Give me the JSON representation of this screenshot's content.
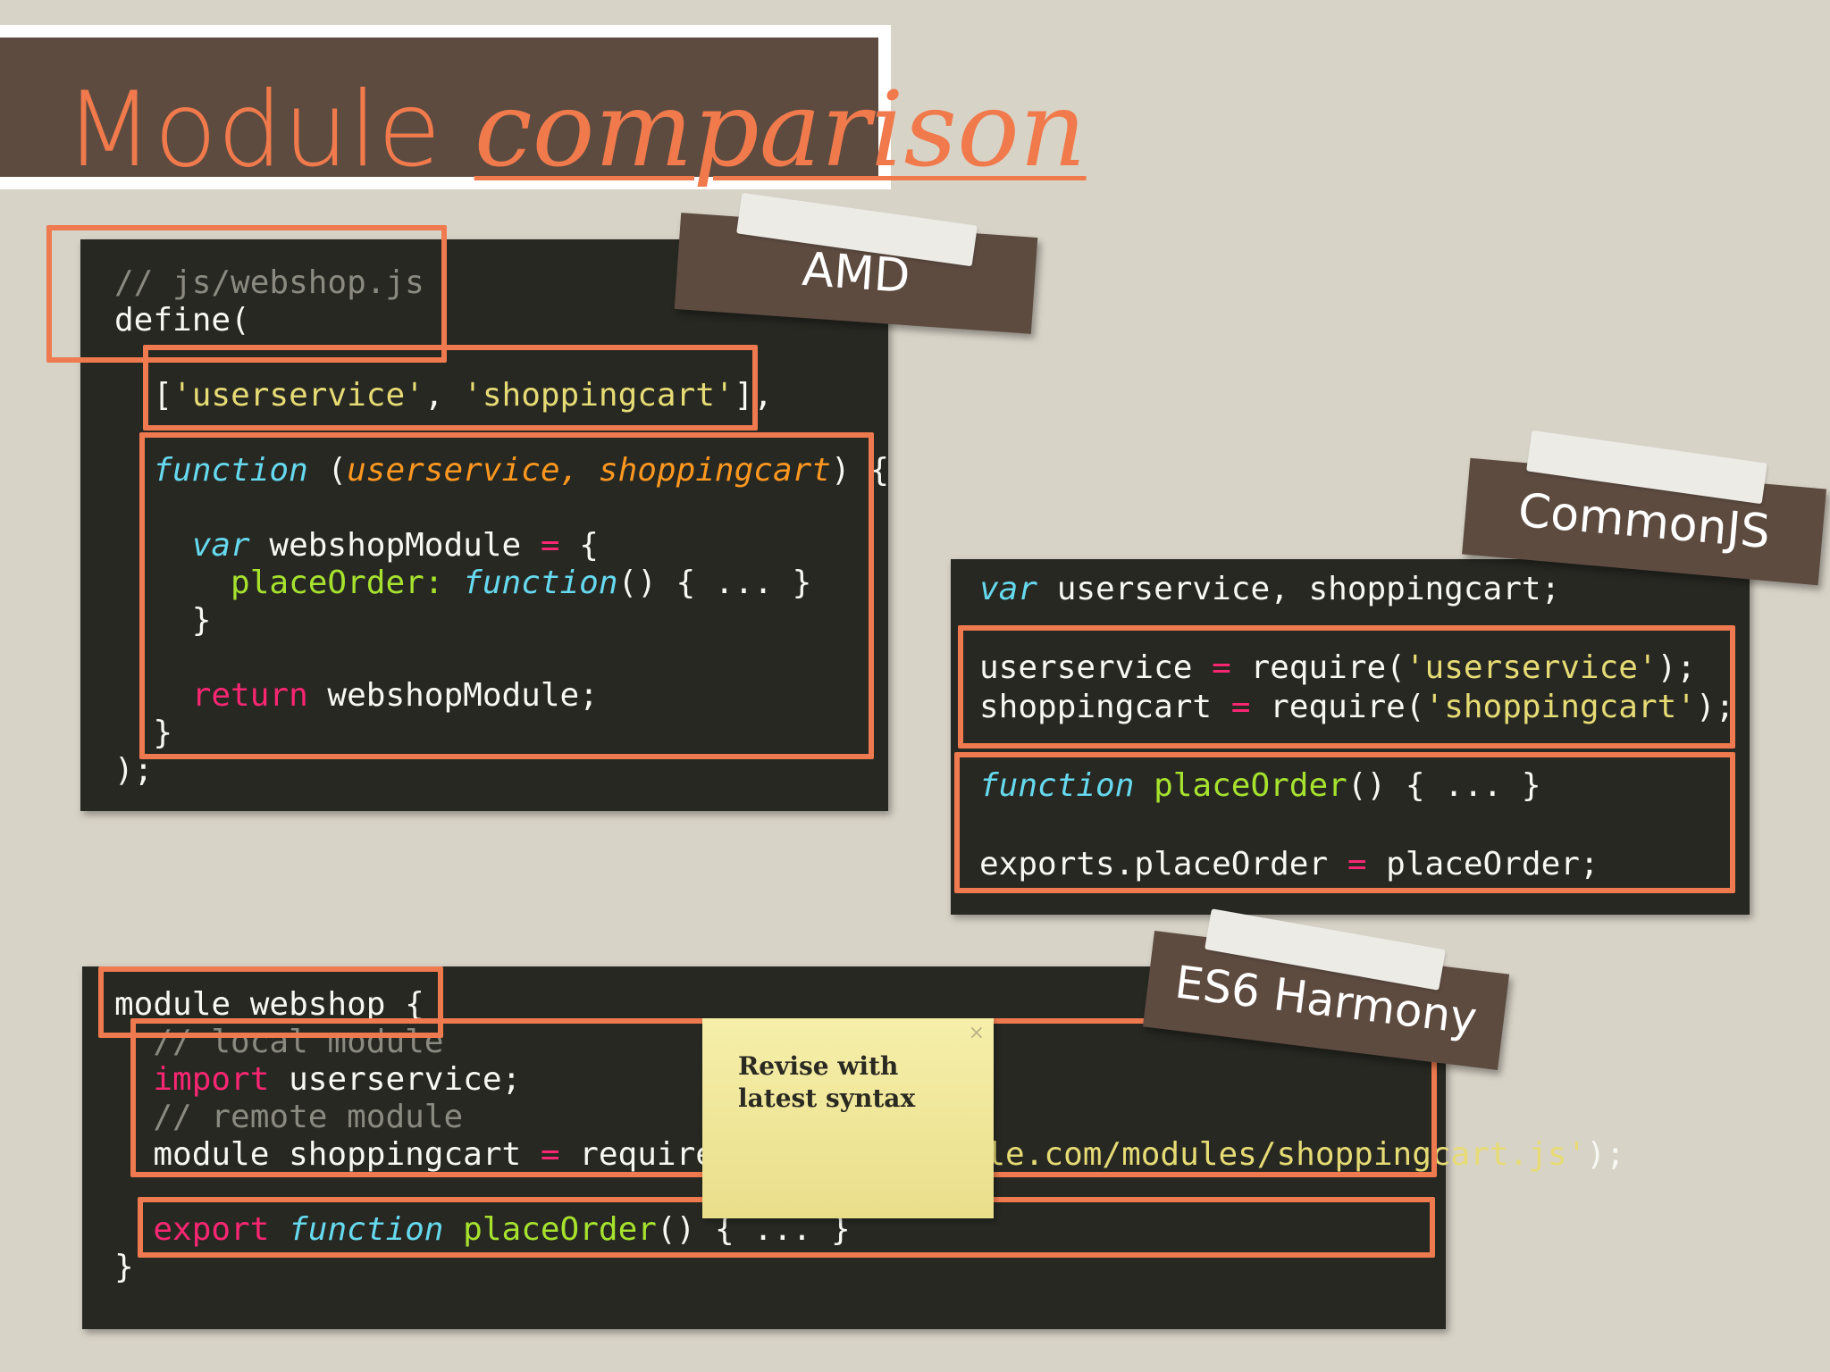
{
  "title": {
    "main": "Module",
    "emphasis": "comparison"
  },
  "tags": {
    "amd": "AMD",
    "commonjs": "CommonJS",
    "es6": "ES6 Harmony"
  },
  "sticky": {
    "text": "Revise with latest syntax",
    "close_glyph": "×"
  },
  "amd_code": {
    "comment": "// js/webshop.js",
    "define": "define(",
    "deps_open": "[",
    "dep1": "'userservice'",
    "comma": ", ",
    "dep2": "'shoppingcart'",
    "deps_close": "],",
    "fn_kw": "function",
    "arg_open": " (",
    "arg1": "userservice",
    "arg_sep": ", ",
    "arg2": "shoppingcart",
    "arg_close": ") {",
    "var_kw": "var",
    "module_name": " webshopModule ",
    "eq": "=",
    "obj_open": " {",
    "place_order": "placeOrder: ",
    "fn_kw2": "function",
    "fn_body": "() { ... }",
    "obj_close": "}",
    "return_kw": "return",
    "return_val": " webshopModule;",
    "fn_close": "}",
    "define_close": ");"
  },
  "commonjs_code": {
    "var_kw": "var",
    "var_decl": " userservice, shoppingcart;",
    "l1a": "userservice ",
    "l1eq": "=",
    "l1b": " require(",
    "l1s": "'userservice'",
    "l1c": ");",
    "l2a": "shoppingcart ",
    "l2eq": "=",
    "l2b": " require(",
    "l2s": "'shoppingcart'",
    "l2c": ");",
    "fn_kw": "function",
    "fn_name": "placeOrder",
    "fn_body": "() { ... }",
    "exp_a": "exports.placeOrder ",
    "exp_eq": "=",
    "exp_b": " placeOrder;"
  },
  "es6_code": {
    "module_line": "module webshop {",
    "comment_local": "// local module",
    "import_kw": "import",
    "import_rest": " userservice;",
    "comment_remote": "// remote module",
    "mod_a": "module shoppingcart ",
    "mod_eq": "=",
    "mod_b": " require(",
    "mod_s": "'http://example.com/modules/shoppingcart.js'",
    "mod_c": ");",
    "export_kw": "export",
    "fn_kw": "function",
    "fn_name": "placeOrder",
    "fn_body": "() { ... }",
    "close": "}"
  }
}
